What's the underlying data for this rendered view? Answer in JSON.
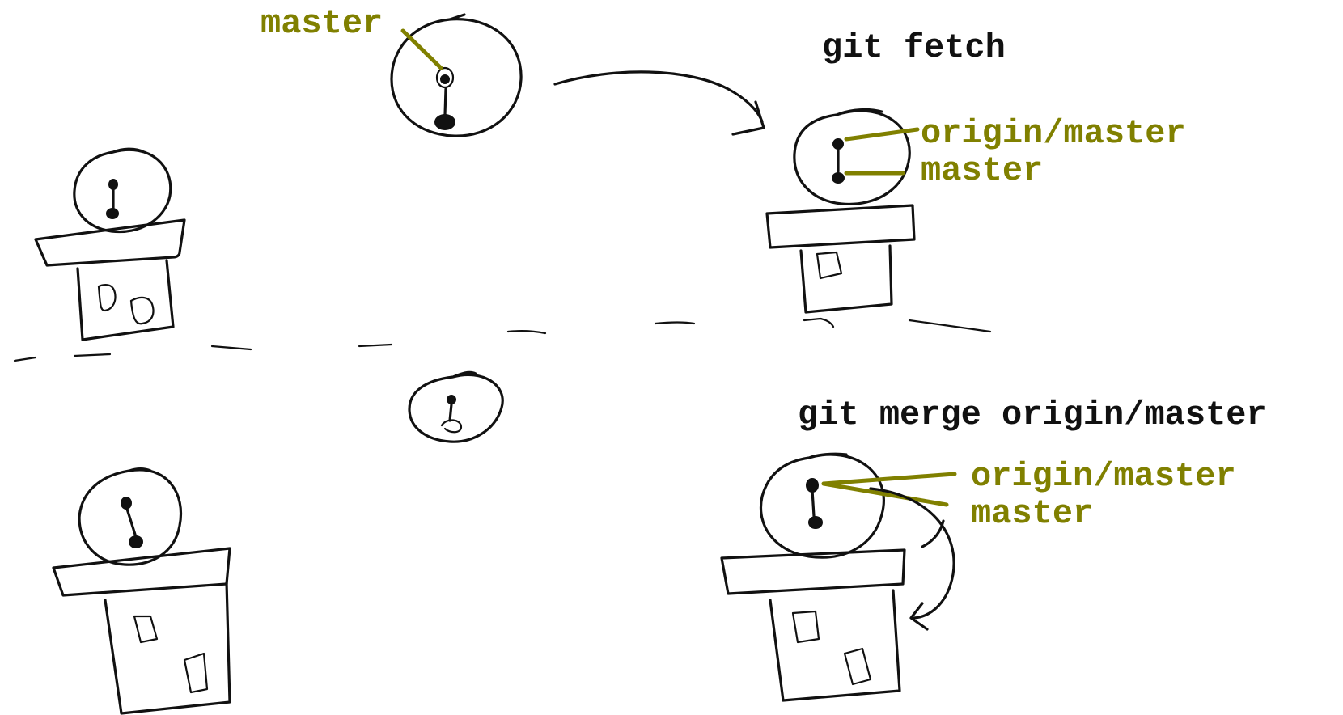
{
  "remote": {
    "branch_label": "master"
  },
  "fetch": {
    "command": "git fetch",
    "origin_label": "origin/master",
    "master_label": "master"
  },
  "merge": {
    "command": "git merge origin/master",
    "origin_label": "origin/master",
    "master_label": "master"
  },
  "colors": {
    "ink": "#111111",
    "branch_label": "#808000",
    "background": "#ffffff"
  }
}
